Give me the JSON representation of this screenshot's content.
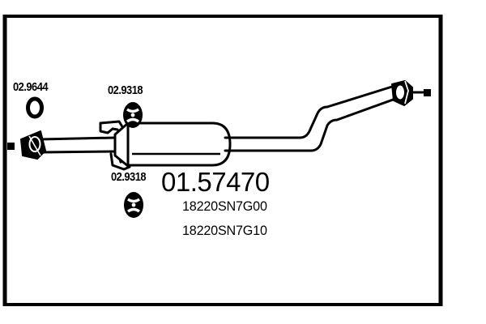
{
  "diagram": {
    "type": "exhaust-system-line-drawing",
    "subject": "middle silencer / exhaust muffler assembly",
    "stroke_color": "#000000",
    "background_color": "#ffffff",
    "frame": {
      "visible": true,
      "edges": [
        "left",
        "top",
        "right",
        "bottom"
      ],
      "color": "#000000"
    }
  },
  "part": {
    "main_number": "01.57470",
    "oem_numbers": [
      "18220SN7G00",
      "18220SN7G10"
    ]
  },
  "accessories": [
    {
      "id": "acc-upper-left",
      "code": "02.9644",
      "icon": "ring-gasket-icon",
      "shape": "open oval ring"
    },
    {
      "id": "acc-upper-mid",
      "code": "02.9318",
      "icon": "oval-gasket-icon",
      "shape": "filled oval gasket with bolt cutouts"
    },
    {
      "id": "acc-lower-mid",
      "code": "02.9318",
      "icon": "oval-gasket-icon",
      "shape": "filled oval gasket with bolt cutouts"
    }
  ],
  "components": {
    "inlet_flange": "triangular inlet flange",
    "inlet_pipe": "straight inlet pipe",
    "hanger_bracket_upper": "upper hanger bracket",
    "hanger_bracket_lower": "lower hanger bracket",
    "silencer_body": "cylindrical silencer body",
    "outlet_pipe": "outlet pipe with S-bend",
    "outlet_flange": "outlet connector flange",
    "left_mount_tab": "left mounting tab",
    "right_mount_tab": "right mounting tab"
  }
}
